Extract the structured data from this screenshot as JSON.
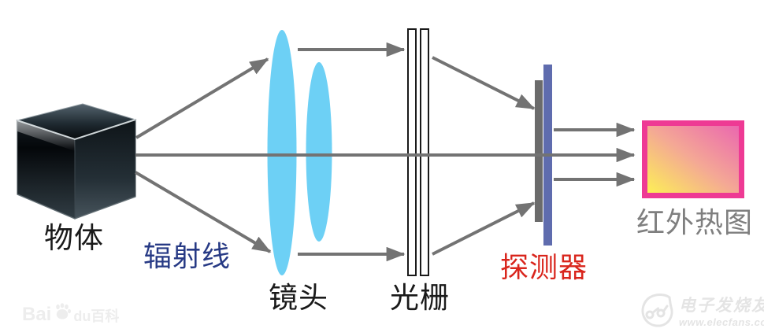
{
  "diagram": {
    "labels": {
      "object": "物体",
      "radiation": "辐射线",
      "lens": "镜头",
      "grating": "光栅",
      "detector": "探测器",
      "thermal_image": "红外热图"
    },
    "colors": {
      "lens": "#6dd0f5",
      "ray": "#737373",
      "grating_fill": "#ffffff",
      "grating_stroke": "#1a1a1a",
      "detector_substrate": "#6b6b6b",
      "detector_chip": "#5f6cae",
      "thermal_border": "#ee3a94",
      "thermal_gradient_start": "#fdf452",
      "thermal_gradient_mid": "#f4a895",
      "thermal_gradient_end": "#ea63b1",
      "label_object": "#1a1a1a",
      "label_radiation": "#273a85",
      "label_detector": "#d9251c",
      "label_thermal": "#7f7f7f"
    }
  },
  "watermarks": {
    "baidu_prefix": "Bai",
    "baidu_suffix": "du百科",
    "elecfans_name": "电子发烧友",
    "elecfans_url": "www.elecfans.com"
  }
}
